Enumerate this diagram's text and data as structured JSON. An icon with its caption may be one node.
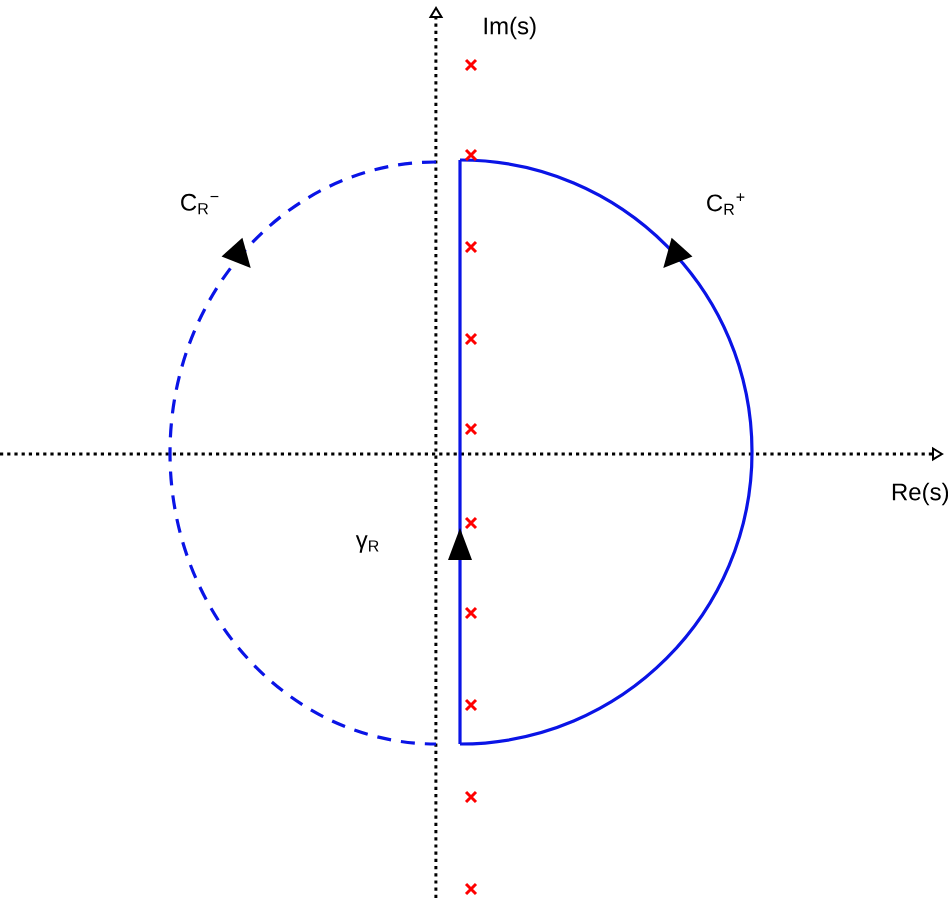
{
  "diagram": {
    "labels": [
      "Im(s)",
      "Re(s)",
      "C$_{R}$$^{−}$",
      "C$_{R}$$^{+}$",
      "γ$_{R}$"
    ]
  }
}
